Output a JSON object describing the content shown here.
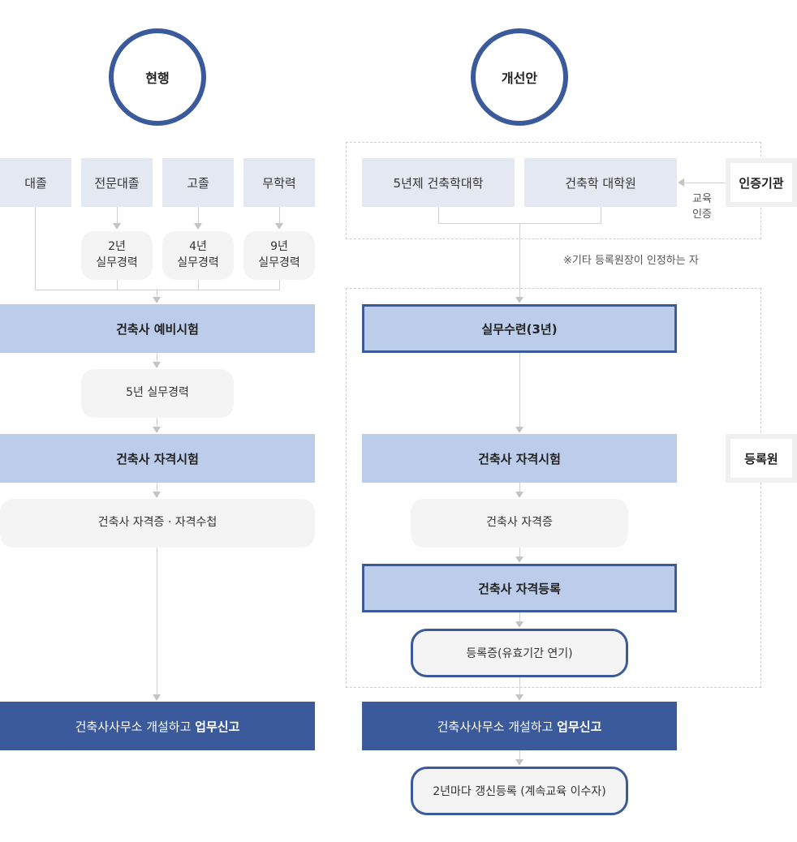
{
  "current": {
    "title": "현행",
    "entry": [
      "대졸",
      "전문대졸",
      "고졸",
      "무학력"
    ],
    "experience": [
      "2년\n실무경력",
      "4년\n실무경력",
      "9년\n실무경력"
    ],
    "prelim_exam": "건축사 예비시험",
    "experience_5yr": "5년 실무경력",
    "qual_exam": "건축사 자격시험",
    "certificate": "건축사 자격증 · 자격수첩",
    "final_prefix": "건축사사무소 개설하고 ",
    "final_bold": "업무신고"
  },
  "improved": {
    "title": "개선안",
    "school_1": "5년제 건축학대학",
    "school_2": "건축학 대학원",
    "accreditor": "인증기관",
    "edu_label": "교육\n인증",
    "note": "※기타 등록원장이 인정하는 자",
    "training": "실무수련(3년)",
    "qual_exam": "건축사 자격시험",
    "registrar": "등록원",
    "certificate": "건축사 자격증",
    "registration": "건축사 자격등록",
    "reg_cert": "등록증(유효기간 연기)",
    "final_prefix": "건축사사무소 개설하고 ",
    "final_bold": "업무신고",
    "renewal": "2년마다 갱신등록 (계속교육 이수자)"
  }
}
